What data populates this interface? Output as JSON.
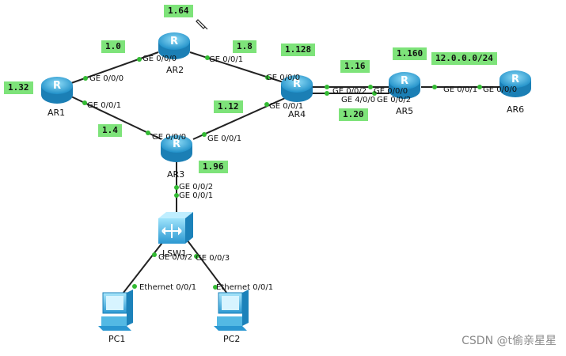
{
  "devices": {
    "ar1": "AR1",
    "ar2": "AR2",
    "ar3": "AR3",
    "ar4": "AR4",
    "ar5": "AR5",
    "ar6": "AR6",
    "lsw1": "LSW1",
    "pc1": "PC1",
    "pc2": "PC2"
  },
  "ports": {
    "ar1_g000": "GE 0/0/0",
    "ar1_g001": "GE 0/0/1",
    "ar2_g000": "GE 0/0/0",
    "ar2_g001": "GE 0/0/1",
    "ar3_g000": "GE 0/0/0",
    "ar3_g001": "GE 0/0/1",
    "ar3_g002": "GE 0/0/2",
    "ar4_g000": "GE 0/0/0",
    "ar4_g001": "GE 0/0/1",
    "ar4_g002": "GE 0/0/2",
    "ar4_g400": "GE 4/0/0",
    "ar5_g000": "GE 0/0/0",
    "ar5_g002": "GE 0/0/2",
    "ar5_g001": "GE 0/0/1",
    "ar6_g000": "GE 0/0/0",
    "lsw_g001": "GE 0/0/1",
    "lsw_g002": "GE 0/0/2",
    "lsw_g003": "GE 0/0/3",
    "pc1_eth": "Ethernet 0/0/1",
    "pc2_eth": "Ethernet 0/0/1"
  },
  "notes": {
    "n164": "1.64",
    "n10": "1.0",
    "n18": "1.8",
    "n1128": "1.128",
    "n116": "1.16",
    "n1160": "1.160",
    "n12net": "12.0.0.0/24",
    "n132": "1.32",
    "n112": "1.12",
    "n14": "1.4",
    "n120": "1.20",
    "n196": "1.96"
  },
  "watermark": "CSDN @t偷亲星星",
  "colors": {
    "note_bg": "#7ee37a",
    "router": "#3aa9d8",
    "link": "#222222",
    "port_dot": "#33bb33"
  }
}
